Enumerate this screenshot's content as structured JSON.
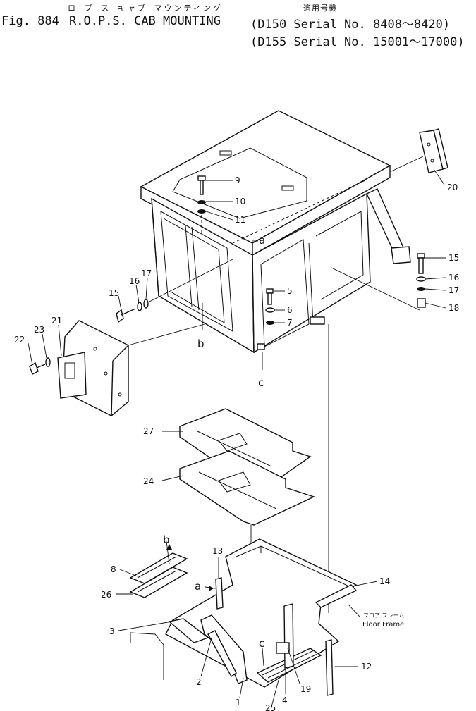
{
  "header": {
    "jp_title": "ロ プ ス キャブ マウンティング",
    "jp_applicable": "適用号機",
    "fig_number": "Fig. 884",
    "title": "R.O.P.S. CAB MOUNTING",
    "serial_1": "(D150 Serial No. 8408～8420)",
    "serial_2": "(D155 Serial No. 15001～17000)"
  },
  "callouts": {
    "p1": "1",
    "p2": "2",
    "p3": "3",
    "p4": "4",
    "p5": "5",
    "p6": "6",
    "p7": "7",
    "p8": "8",
    "p9": "9",
    "p10": "10",
    "p11": "11",
    "p12": "12",
    "p13": "13",
    "p14": "14",
    "p15a": "15",
    "p15b": "15",
    "p16a": "16",
    "p16b": "16",
    "p17a": "17",
    "p17b": "17",
    "p18": "18",
    "p19": "19",
    "p20": "20",
    "p21": "21",
    "p22": "22",
    "p23": "23",
    "p24": "24",
    "p25": "25",
    "p26": "26",
    "p27": "27"
  },
  "refs": {
    "a_top": "a",
    "a_low": "a",
    "b_top": "b",
    "b_low": "b",
    "c_top": "c",
    "c_low": "c"
  },
  "floor_frame": {
    "jp": "フロア フレーム",
    "en": "Floor Frame"
  }
}
